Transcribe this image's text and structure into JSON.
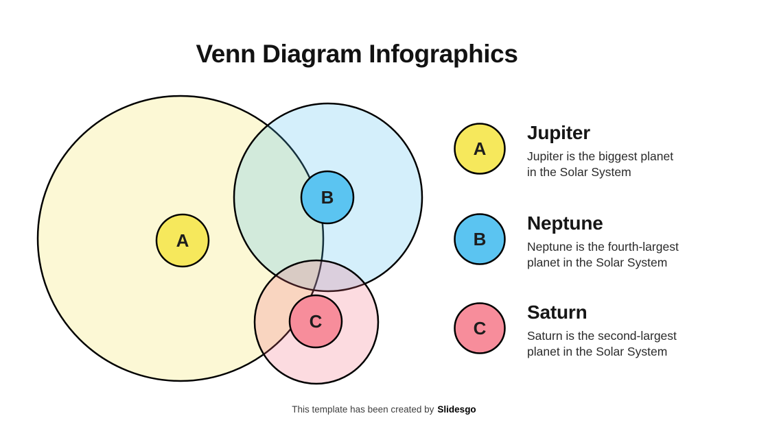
{
  "title": "Venn Diagram Infographics",
  "venn": {
    "labels": [
      "A",
      "B",
      "C"
    ],
    "set_colors": {
      "a_base": "#F2DD3F",
      "b_base": "#55BFEE",
      "c_base": "#F2697F"
    },
    "marker_colors": {
      "a": "#F6E85C",
      "b": "#5BC4F1",
      "c": "#F78D9B"
    },
    "outline_color": "#000000"
  },
  "legend": [
    {
      "letter": "A",
      "color": "#F6E85C",
      "name": "Jupiter",
      "description_lines": [
        "Jupiter is the biggest planet",
        "in the Solar System"
      ]
    },
    {
      "letter": "B",
      "color": "#5BC4F1",
      "name": "Neptune",
      "description_lines": [
        "Neptune is the fourth-largest",
        "planet in the Solar System"
      ]
    },
    {
      "letter": "C",
      "color": "#F78D9B",
      "name": "Saturn",
      "description_lines": [
        "Saturn is the second-largest",
        "planet in the Solar System"
      ]
    }
  ],
  "footer": {
    "prefix": "This template has been created by",
    "brand": "Slidesgo"
  }
}
